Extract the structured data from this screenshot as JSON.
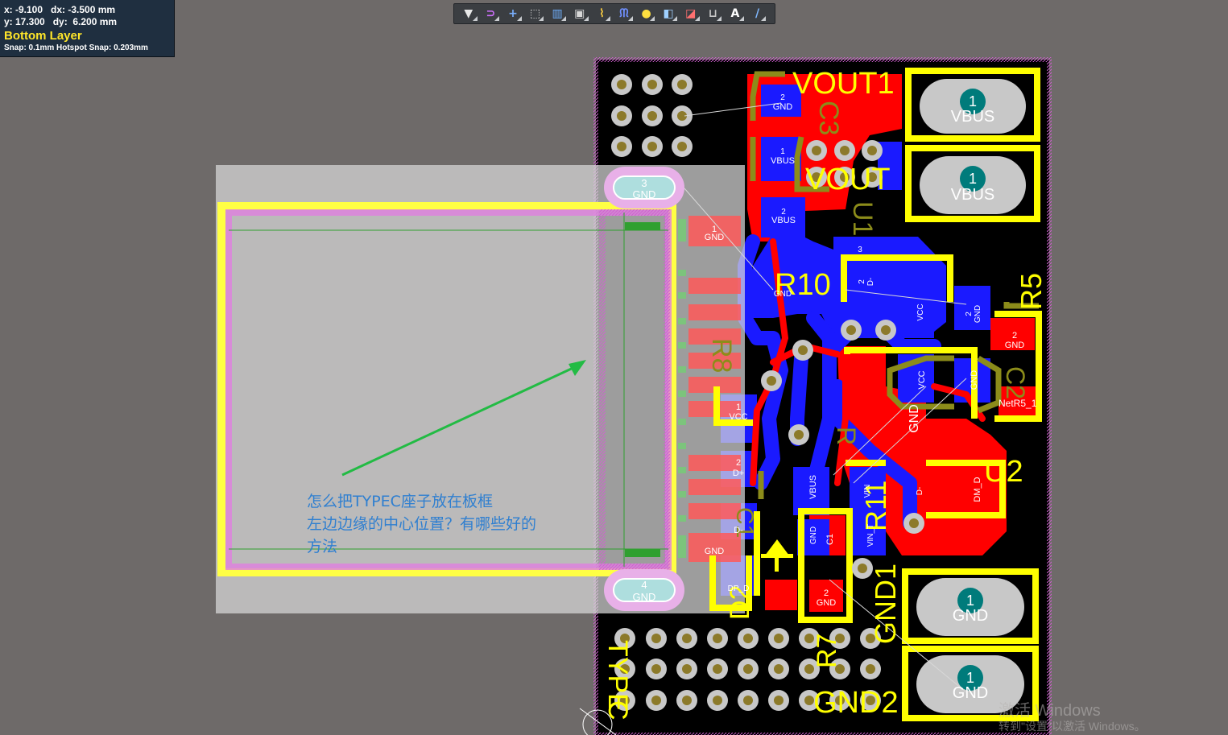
{
  "hud": {
    "line1": "x: -9.100   dx: -3.500 mm",
    "line2": "y: 17.300   dy:  6.200 mm",
    "layer": "Bottom Layer",
    "snap": "Snap: 0.1mm Hotspot Snap: 0.203mm"
  },
  "toolbar": {
    "tools": [
      {
        "name": "filter-icon",
        "glyph": "▼"
      },
      {
        "name": "magnet-snap-icon",
        "glyph": "⊃"
      },
      {
        "name": "crosshair-icon",
        "glyph": "+"
      },
      {
        "name": "select-rect-icon",
        "glyph": "⬚"
      },
      {
        "name": "align-icon",
        "glyph": "▥"
      },
      {
        "name": "component-icon",
        "glyph": "▣"
      },
      {
        "name": "route-icon",
        "glyph": "⌇"
      },
      {
        "name": "diff-pair-icon",
        "glyph": "ᙏ"
      },
      {
        "name": "via-icon",
        "glyph": "●"
      },
      {
        "name": "polygon-fill-icon",
        "glyph": "◧"
      },
      {
        "name": "region-icon",
        "glyph": "◪"
      },
      {
        "name": "dimension-icon",
        "glyph": "⊔"
      },
      {
        "name": "text-icon",
        "glyph": "A"
      },
      {
        "name": "line-icon",
        "glyph": "/"
      }
    ]
  },
  "pcb": {
    "labels": {
      "vout1": "VOUT1",
      "vout": "VOUT",
      "r10": "R10",
      "r5": "R5",
      "u2": "U2",
      "gnd1": "GND1",
      "gnd2": "GND2",
      "r11": "R11",
      "d2": "D2",
      "c1": "C1",
      "u1": "U1",
      "c3": "C3",
      "r8": "R8",
      "r": "R",
      "r7": "R7",
      "net_r5": "NetR5_1",
      "c2": "C2",
      "c_left": "C",
      "type": "TYPE"
    },
    "pads": {
      "gnd": "GND",
      "vbus": "VBUS",
      "vcc": "VCC",
      "dplus": "D+",
      "dminus": "D-",
      "dp_d": "DP_D",
      "dm_d": "DM_D",
      "vin": "VIN",
      "vin_t": "VIN_T",
      "num1": "1",
      "num2": "2",
      "num3": "3",
      "num4": "4"
    }
  },
  "note": {
    "line1": "怎么把TYPEC座子放在板框",
    "line2": "左边边缘的中心位置？有哪些好的",
    "line3": "方法"
  },
  "watermark": {
    "line1": "激活 Windows",
    "line2": "转到\"设置\"以激活 Windows。"
  },
  "colors": {
    "background": "#6e6a69",
    "board": "#000000",
    "top_copper": "#ff0000",
    "bottom_copper": "#1a1aff",
    "silkscreen": "#ffff00",
    "board_outline": "#d060d0",
    "pad_hole": "#007b7b",
    "via": "#c8c8c8",
    "overlay": "#d0d0d0"
  }
}
